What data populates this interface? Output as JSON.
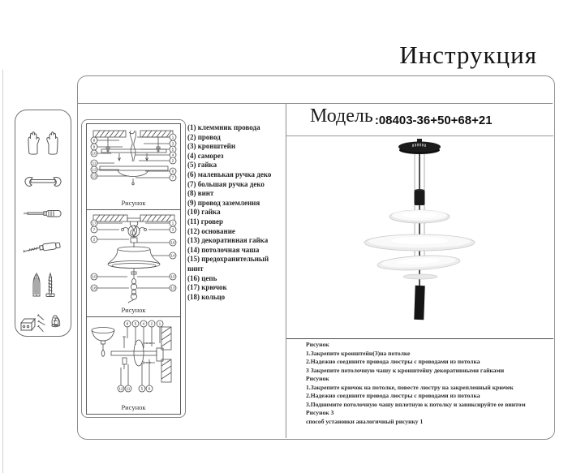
{
  "title": "Инструкция",
  "model": {
    "label": "Модель",
    "value": ":08403-36+50+68+21"
  },
  "tools": [
    "gloves",
    "wrench",
    "screwdriver",
    "drill-bit",
    "wall-anchor-and-screw",
    "small-fasteners"
  ],
  "figures": [
    {
      "label": "Рисунок",
      "left": [
        "8",
        "9",
        "10",
        "11",
        "12",
        "13"
      ],
      "right": [
        "1",
        "3",
        "5",
        "4",
        "2",
        "6",
        "7"
      ]
    },
    {
      "label": "Рисунок",
      "left": [
        "17",
        "7",
        "2",
        "10",
        "18"
      ],
      "right": [
        "1",
        "3",
        "16",
        "14",
        "15",
        "13"
      ]
    },
    {
      "label": "Рисунок",
      "top": [
        "8",
        "5",
        "4",
        "2",
        "1"
      ],
      "bottom": [
        "12",
        "11",
        "5",
        "9"
      ]
    }
  ],
  "parts": [
    "(1) клеммник провода",
    "(2) провод",
    "(3) кронштейн",
    "(4) саморез",
    "(5) гайка",
    "(6) маленькая ручка деко",
    "(7) большая ручка деко",
    "(8) винт",
    "(9) провод заземления",
    "(10) гайка",
    "(11) гровер",
    "(12) основание",
    "(13) декоративная гайка",
    "(14) потолочная чаша",
    "(15) предохранительный винт",
    "(16) цепь",
    "(17) крючок",
    "(18) кольцо"
  ],
  "instructions": [
    "Рисунок",
    "1.Закрепите кронштейн(3)на потолке",
    "2.Надежно соедините провода люстры с проводами из потолка",
    "3 Закрепите потолочную чашу к кронштейну декоративными гайками",
    "Рисунок",
    "1.Закрепите крючок на потолке, повесте люстру на закрепленный крючек",
    "2.Надежно соедините провода люстры с проводами из потолка",
    "3.Поднимите потолочную чашу вплотную к потолку и завиксируйте ее винтом",
    "Рисунок 3",
    "способ установки аналогичный рисунку 1"
  ],
  "colors": {
    "ink": "#1d1d1d",
    "border_gray": "#8d8d8d"
  }
}
